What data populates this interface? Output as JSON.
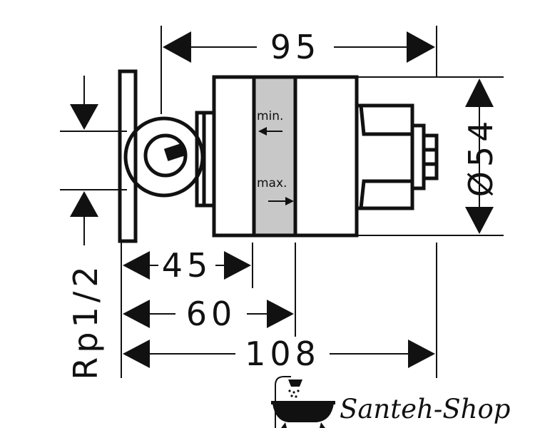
{
  "dimensions": {
    "top_width": "95",
    "diameter": "Ø54",
    "pipe_thread": "Rp1/2",
    "depth_min": "45",
    "depth_max": "60",
    "total_length": "108"
  },
  "labels": {
    "min": "min.",
    "max": "max."
  },
  "brand": {
    "name": "Santeh-Shop",
    "logo_icon": "bathtub-shower-icon"
  },
  "colors": {
    "line": "#111111",
    "adjust_zone": "#c8c8c8"
  }
}
